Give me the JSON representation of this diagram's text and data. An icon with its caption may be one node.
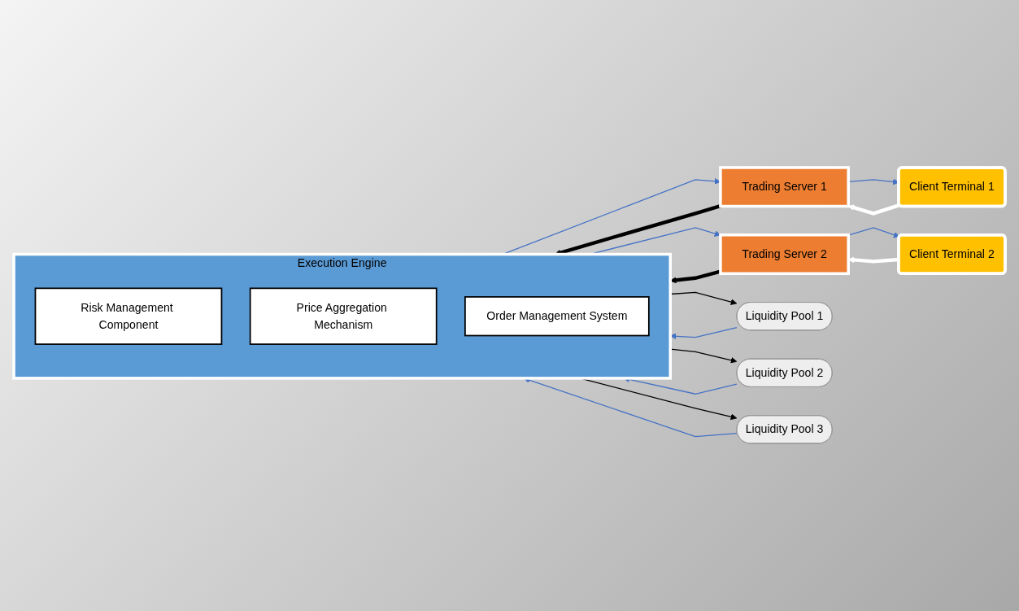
{
  "diagram": {
    "nodes": [
      {
        "text": [
          "Client Terminal 1"
        ]
      },
      {
        "text": [
          "Client Terminal 2"
        ]
      },
      {
        "text": [
          "Trading Server 1"
        ]
      },
      {
        "text": [
          "Trading Server 2"
        ]
      },
      {
        "text": [
          "Execution Engine"
        ]
      },
      {
        "text": [
          "Risk Management Component"
        ],
        "in": 4
      },
      {
        "text": [
          "Price Aggregation Mechanism"
        ],
        "in": 4
      },
      {
        "text": [
          "Order Management System"
        ],
        "in": 4
      },
      {
        "text": [
          "Liquidity Pool 1"
        ]
      },
      {
        "text": [
          "Liquidity Pool 2"
        ]
      },
      {
        "text": [
          "Liquidity Pool 3"
        ]
      }
    ],
    "edges": [
      {
        "from": 2,
        "to": 0,
        "arrow": "to"
      },
      {
        "from": 0,
        "to": 2,
        "arrow": "to",
        "style": "thick",
        "color": "#ffffff"
      },
      {
        "from": 1,
        "to": 3,
        "arrow": "to",
        "style": "thick",
        "color": "#ffffff"
      },
      {
        "from": 3,
        "to": 1,
        "arrow": "to"
      },
      {
        "from": 2,
        "to": 4,
        "arrow": "to",
        "style": "thick",
        "color": "#000000"
      },
      {
        "from": 4,
        "to": 2,
        "arrow": "to"
      },
      {
        "from": 3,
        "to": 4,
        "arrow": "to",
        "style": "thick",
        "color": "#000000"
      },
      {
        "from": 4,
        "to": 3,
        "arrow": "to"
      },
      {
        "from": 8,
        "to": 4,
        "arrow": "to"
      },
      {
        "from": 4,
        "to": 8,
        "arrow": "to",
        "color": "#000000"
      },
      {
        "from": 9,
        "to": 4,
        "arrow": "to"
      },
      {
        "from": 4,
        "to": 9,
        "arrow": "to",
        "color": "#000000"
      },
      {
        "from": 4,
        "to": 10,
        "arrow": "to",
        "color": "#000000"
      },
      {
        "from": 10,
        "to": 4,
        "arrow": "to"
      }
    ]
  }
}
